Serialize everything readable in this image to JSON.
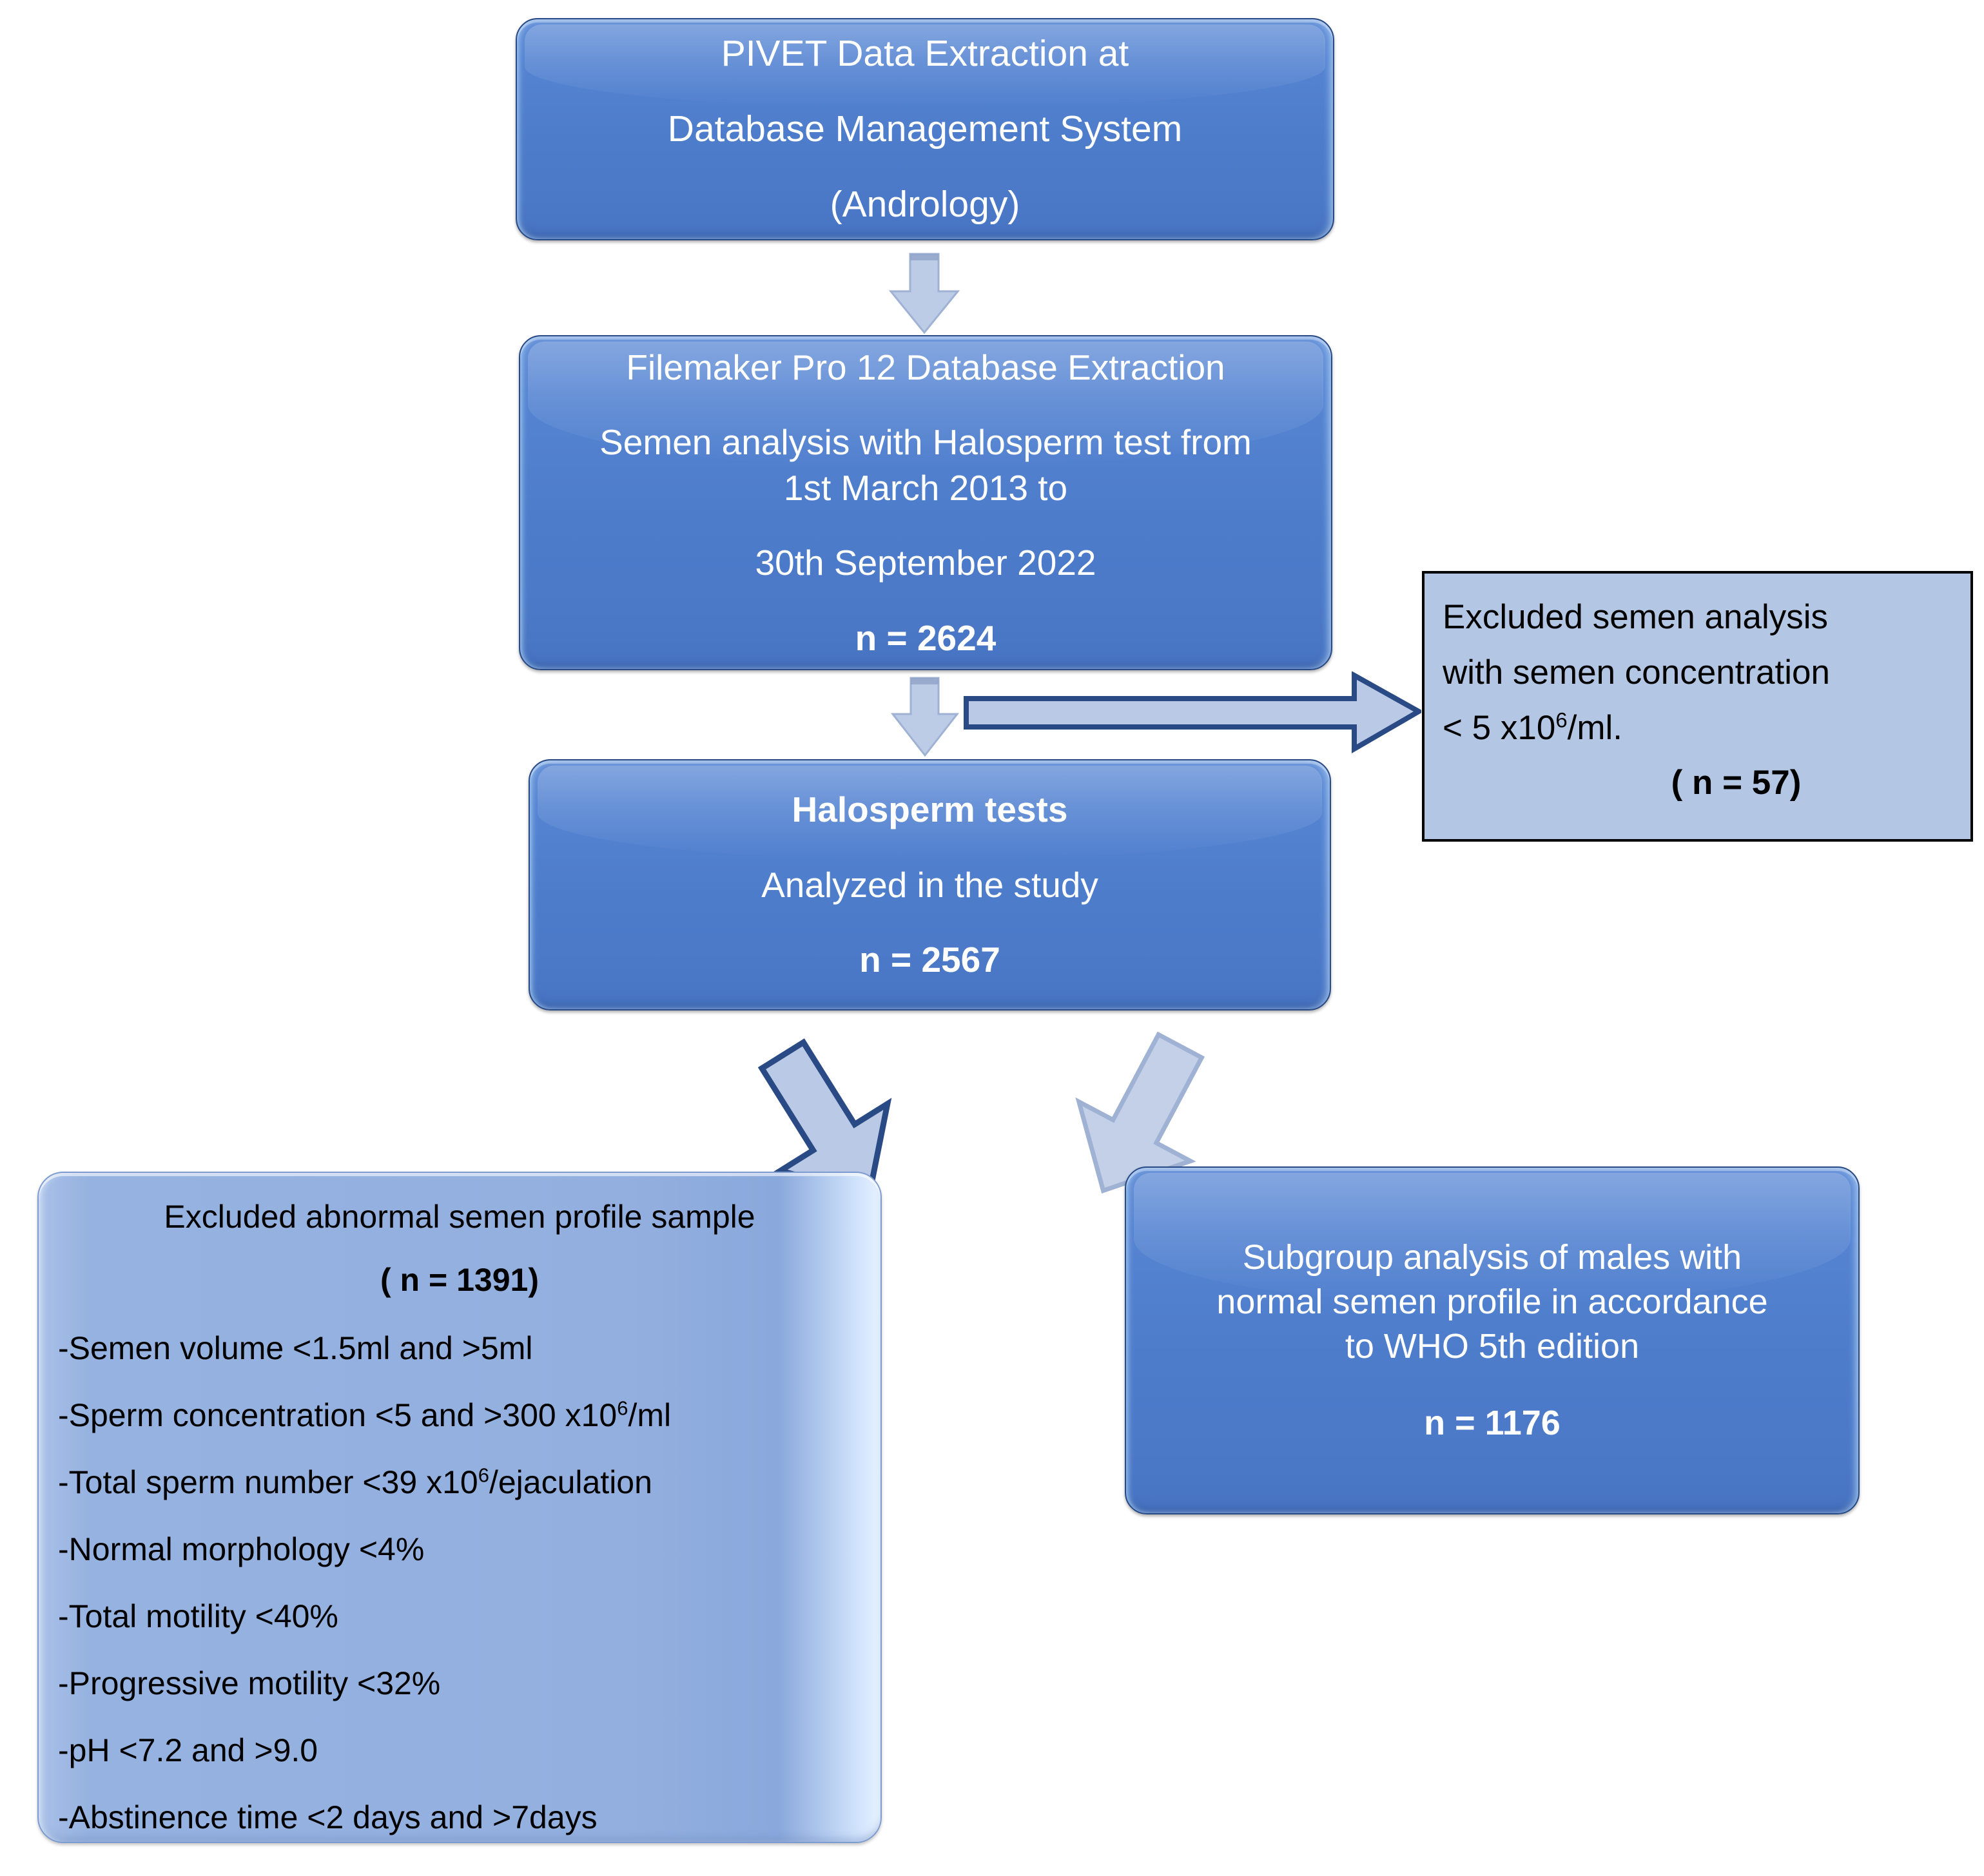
{
  "diagram": {
    "title": "PIVET Halosperm study participant flow chart",
    "colors": {
      "box_dark_fill": "#4d7ccb",
      "box_dark_border": "#2a4a86",
      "box_mid_fill": "#96b2e0",
      "box_plain_fill": "#b3c6e3",
      "box_plain_border": "#000000",
      "arrow_fill": "#b9c9e6",
      "arrow_border_dark": "#2a4a86",
      "text_light": "#ffffff",
      "text_dark": "#000000",
      "background": "#ffffff"
    },
    "nodes": {
      "source": {
        "lines": [
          "PIVET Data Extraction at",
          "Database Management System",
          "(Andrology)"
        ]
      },
      "extraction": {
        "lines": [
          "Filemaker Pro 12 Database Extraction",
          "Semen analysis with Halosperm test from",
          "1st March 2013 to",
          "30th September 2022"
        ],
        "count_label": "n = 2624"
      },
      "excluded_concentration": {
        "lines": [
          "Excluded semen analysis",
          "with semen concentration"
        ],
        "threshold_prefix": "< 5 x10",
        "threshold_sup": "6",
        "threshold_suffix": "/ml.",
        "count_label": "( n = 57)"
      },
      "analyzed": {
        "title": "Halosperm tests",
        "subtitle": "Analyzed in the study",
        "count_label": "n = 2567"
      },
      "excluded_abnormal": {
        "title": "Excluded abnormal semen profile sample",
        "count_label": "( n = 1391)",
        "criteria": [
          {
            "text": "-Semen volume <1.5ml and >5ml"
          },
          {
            "prefix": "-Sperm concentration <5 and >300 x10",
            "sup": "6",
            "suffix": "/ml"
          },
          {
            "prefix": "-Total sperm number <39 x10",
            "sup": "6",
            "suffix": "/ejaculation"
          },
          {
            "text": "-Normal morphology <4%"
          },
          {
            "text": "-Total motility <40%"
          },
          {
            "text": "-Progressive motility <32%"
          },
          {
            "text": "-pH <7.2 and >9.0"
          },
          {
            "text": "-Abstinence time <2 days and >7days"
          }
        ]
      },
      "subgroup": {
        "lines": [
          "Subgroup analysis of males with",
          "normal semen profile in accordance",
          "to WHO 5th edition"
        ],
        "count_label": "n = 1176"
      }
    },
    "arrows": [
      {
        "name": "arrow-source-to-extraction",
        "direction": "down"
      },
      {
        "name": "arrow-extraction-to-analyzed",
        "direction": "down"
      },
      {
        "name": "arrow-extraction-to-excluded",
        "direction": "right"
      },
      {
        "name": "arrow-analyzed-to-excluded-abnormal",
        "direction": "down-left"
      },
      {
        "name": "arrow-analyzed-to-subgroup",
        "direction": "down-right"
      }
    ]
  }
}
